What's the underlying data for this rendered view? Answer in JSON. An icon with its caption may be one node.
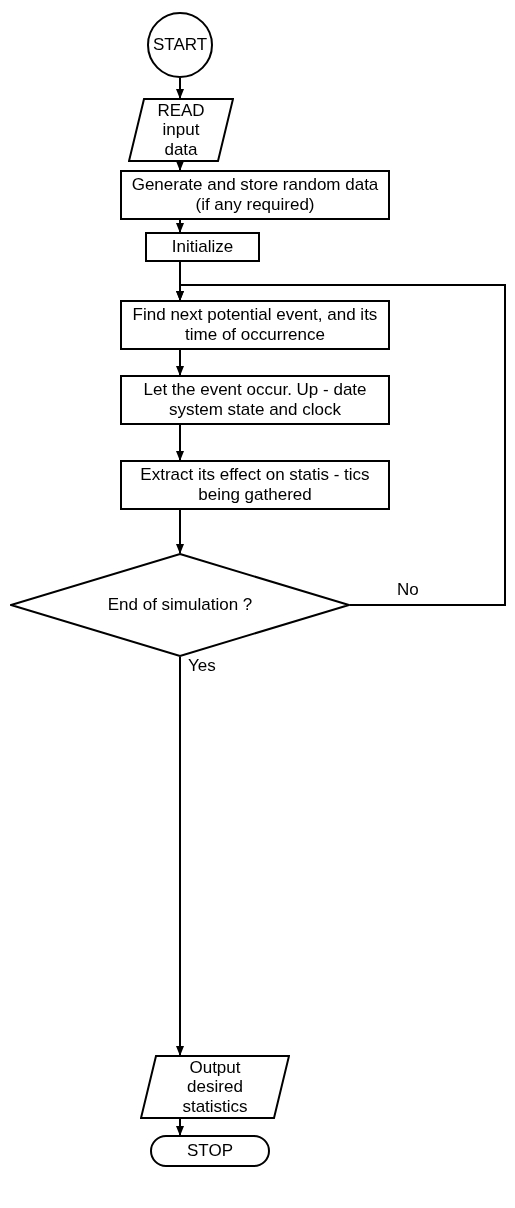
{
  "diagram": {
    "nodes": [
      {
        "text": [
          "START"
        ]
      },
      {
        "text": [
          "READ input data"
        ]
      },
      {
        "text": [
          "Generate and store random data (if any required)"
        ]
      },
      {
        "text": [
          "Initialize"
        ]
      },
      {
        "text": [
          "Find next potential event, and its time of occurrence"
        ]
      },
      {
        "text": [
          "Let the event occur. Up - date system state and clock"
        ]
      },
      {
        "text": [
          "Extract its effect on statis - tics being gathered"
        ]
      },
      {
        "text": [
          "End of simulation ?"
        ]
      },
      {
        "text": [
          "Output desired statistics"
        ]
      },
      {
        "text": [
          "STOP"
        ]
      }
    ],
    "edges": [
      {
        "from": 0,
        "to": 1,
        "arrow": "to"
      },
      {
        "from": 1,
        "to": 2,
        "arrow": "to"
      },
      {
        "from": 2,
        "to": 3,
        "arrow": "to"
      },
      {
        "from": 3,
        "to": 4,
        "arrow": "to"
      },
      {
        "from": 4,
        "to": 5,
        "arrow": "to"
      },
      {
        "from": 5,
        "to": 6,
        "arrow": "to"
      },
      {
        "from": 6,
        "to": 7,
        "arrow": "to"
      },
      {
        "from": 7,
        "to": 8,
        "label": "Yes",
        "arrow": "to"
      },
      {
        "from": 8,
        "to": 9,
        "arrow": "to"
      },
      {
        "from": 7,
        "to": 4,
        "label": "No",
        "arrow": "to"
      }
    ]
  }
}
